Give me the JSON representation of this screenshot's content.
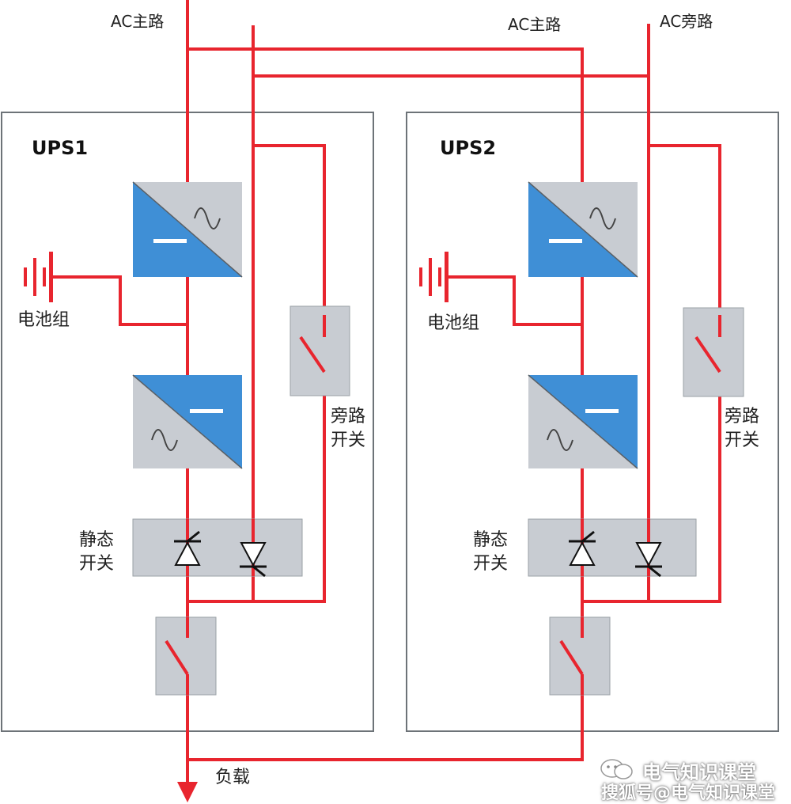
{
  "labels": {
    "ac_main_left": "AC主路",
    "ac_main_right": "AC主路",
    "ac_bypass": "AC旁路",
    "ups1_title": "UPS1",
    "ups2_title": "UPS2",
    "battery_1": "电池组",
    "battery_2": "电池组",
    "bypass_switch_1_line1": "旁路",
    "bypass_switch_1_line2": "开关",
    "bypass_switch_2_line1": "旁路",
    "bypass_switch_2_line2": "开关",
    "static_switch_1_line1": "静态",
    "static_switch_1_line2": "开关",
    "static_switch_2_line1": "静态",
    "static_switch_2_line2": "开关",
    "load": "负载"
  },
  "watermark": {
    "line1": "电气知识课堂",
    "line2": "搜狐号@电气知识课堂"
  },
  "colors": {
    "wire": "#e8252e",
    "block_gray": "#c8ccd2",
    "block_blue": "#3f8fd6",
    "box_border": "#6d7378",
    "box_bg": "#ffffff"
  }
}
